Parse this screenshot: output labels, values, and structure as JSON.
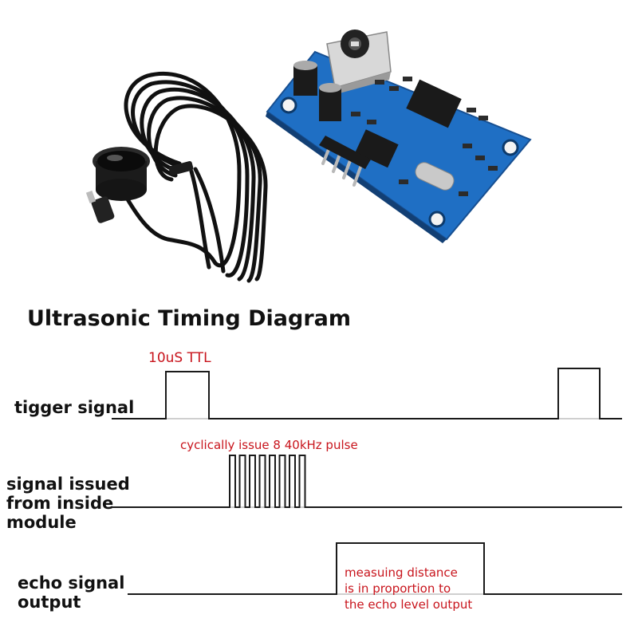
{
  "diagram": {
    "title": "Ultrasonic Timing Diagram",
    "trigger": {
      "label": "tigger signal",
      "note": "10uS TTL"
    },
    "internal": {
      "label_lines": [
        "signal issued",
        "from inside",
        "module"
      ],
      "note": "cyclically issue 8 40kHz pulse",
      "pulse_count": 8
    },
    "echo": {
      "label_lines": [
        "echo signal",
        "output"
      ],
      "note_lines": [
        "measuing distance",
        "is in proportion to",
        "the echo level output"
      ]
    }
  },
  "colors": {
    "note_red": "#c8141c",
    "pcb_blue": "#1f6fc4",
    "cable_black": "#111111"
  },
  "images": {
    "sensor_probe": "waterproof ultrasonic transducer probe with coiled cable",
    "pcb_module": "blue ultrasonic driver board module"
  }
}
